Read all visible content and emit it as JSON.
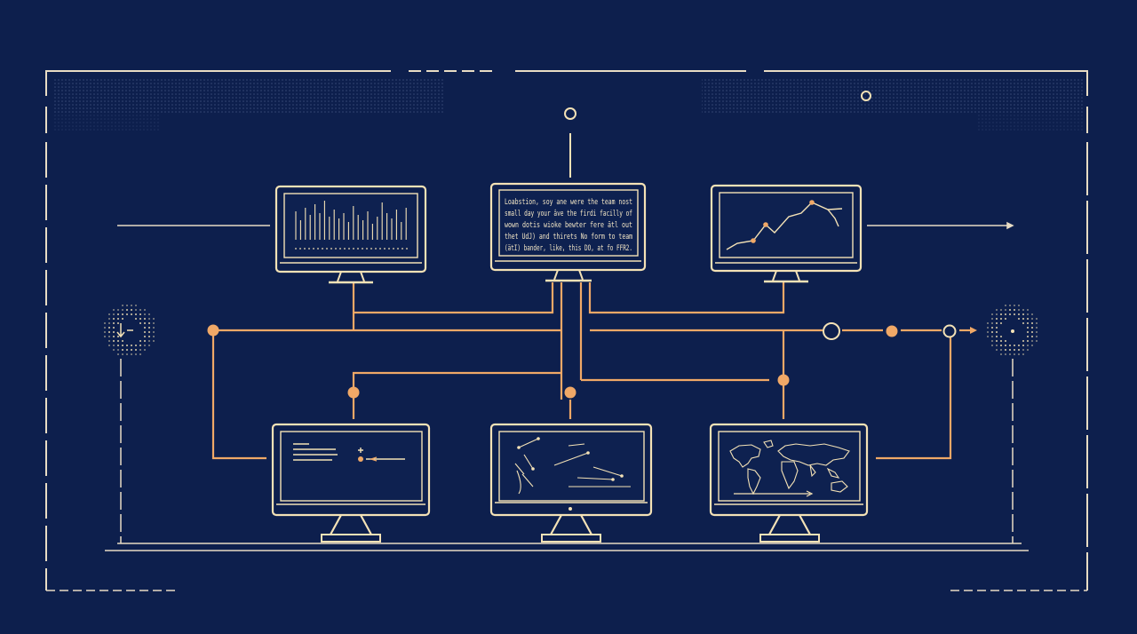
{
  "colors": {
    "background": "#0d1f4d",
    "monitor": "#f4e2b6",
    "connector": "#f0a867",
    "frame": "#e8dcc4",
    "screen": "#0e2150"
  },
  "top_center_screen": {
    "lines": [
      "Loabstion, soy ane were the team nost",
      "small day your âve the firdi facilly of",
      "wown dotis wioke bewter fere ätl out",
      "thet UdJ) and thirets No form to team",
      "(ätI) bander, like, this DO, at fo FFR2."
    ]
  },
  "icons": [
    "down-arrow-icon",
    "dot-grid-icon",
    "world-map-icon",
    "bar-chart-icon",
    "line-chart-icon",
    "network-icon",
    "code-editor-icon"
  ]
}
